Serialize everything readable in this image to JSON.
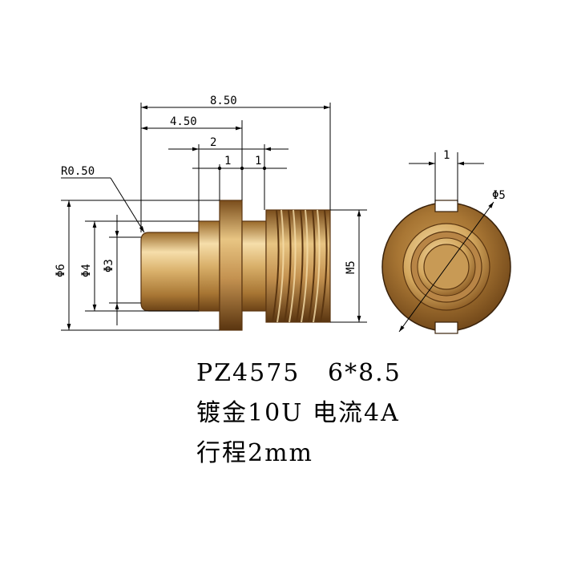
{
  "dimensions": {
    "total_length": "8.50",
    "head_length": "4.50",
    "stroke": "2",
    "step_a": "1",
    "step_b": "1",
    "radius": "R0.50",
    "dia_6": "Φ6",
    "dia_4": "Φ4",
    "dia_3": "Φ3",
    "thread": "M5",
    "end_width": "1",
    "end_dia": "Φ5"
  },
  "specs": {
    "line1": "PZ4575   6*8.5",
    "line2": "镀金10U 电流4A",
    "line3": "行程2mm"
  },
  "colors": {
    "gold_light": "#f3d79a",
    "gold_mid": "#d4a85f",
    "gold_dark": "#8a5a23",
    "gold_shadow": "#5a3510"
  }
}
